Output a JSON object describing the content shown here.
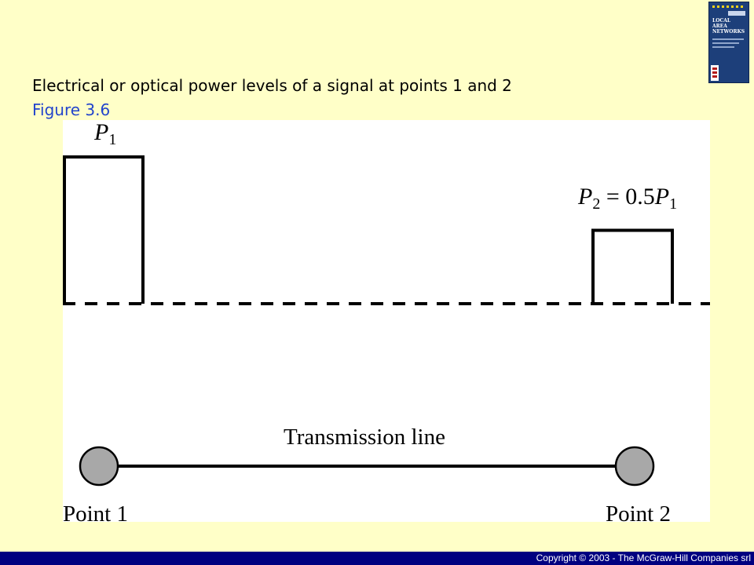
{
  "slide": {
    "title": "Electrical or optical power levels of a signal at points 1 and 2",
    "figure_label": "Figure 3.6"
  },
  "book_cover": {
    "title_text": "LOCAL\nAREA\nNETWORKS"
  },
  "diagram": {
    "pulse1_label": {
      "symbol": "P",
      "subscript": "1"
    },
    "pulse2_label": {
      "symbol": "P",
      "subscript": "2",
      "relation": " = 0.5",
      "symbol2": "P",
      "subscript2": "1"
    },
    "line_label": "Transmission line",
    "point1_label": "Point 1",
    "point2_label": "Point 2",
    "pulse2_ratio": 0.5
  },
  "footer": {
    "copyright": "Copyright © 2003 - The McGraw-Hill Companies srl"
  },
  "colors": {
    "background": "#ffffc8",
    "title": "#000000",
    "figure_label": "#2244cc",
    "footer": "#000080",
    "node_fill": "#a8a8a8"
  }
}
